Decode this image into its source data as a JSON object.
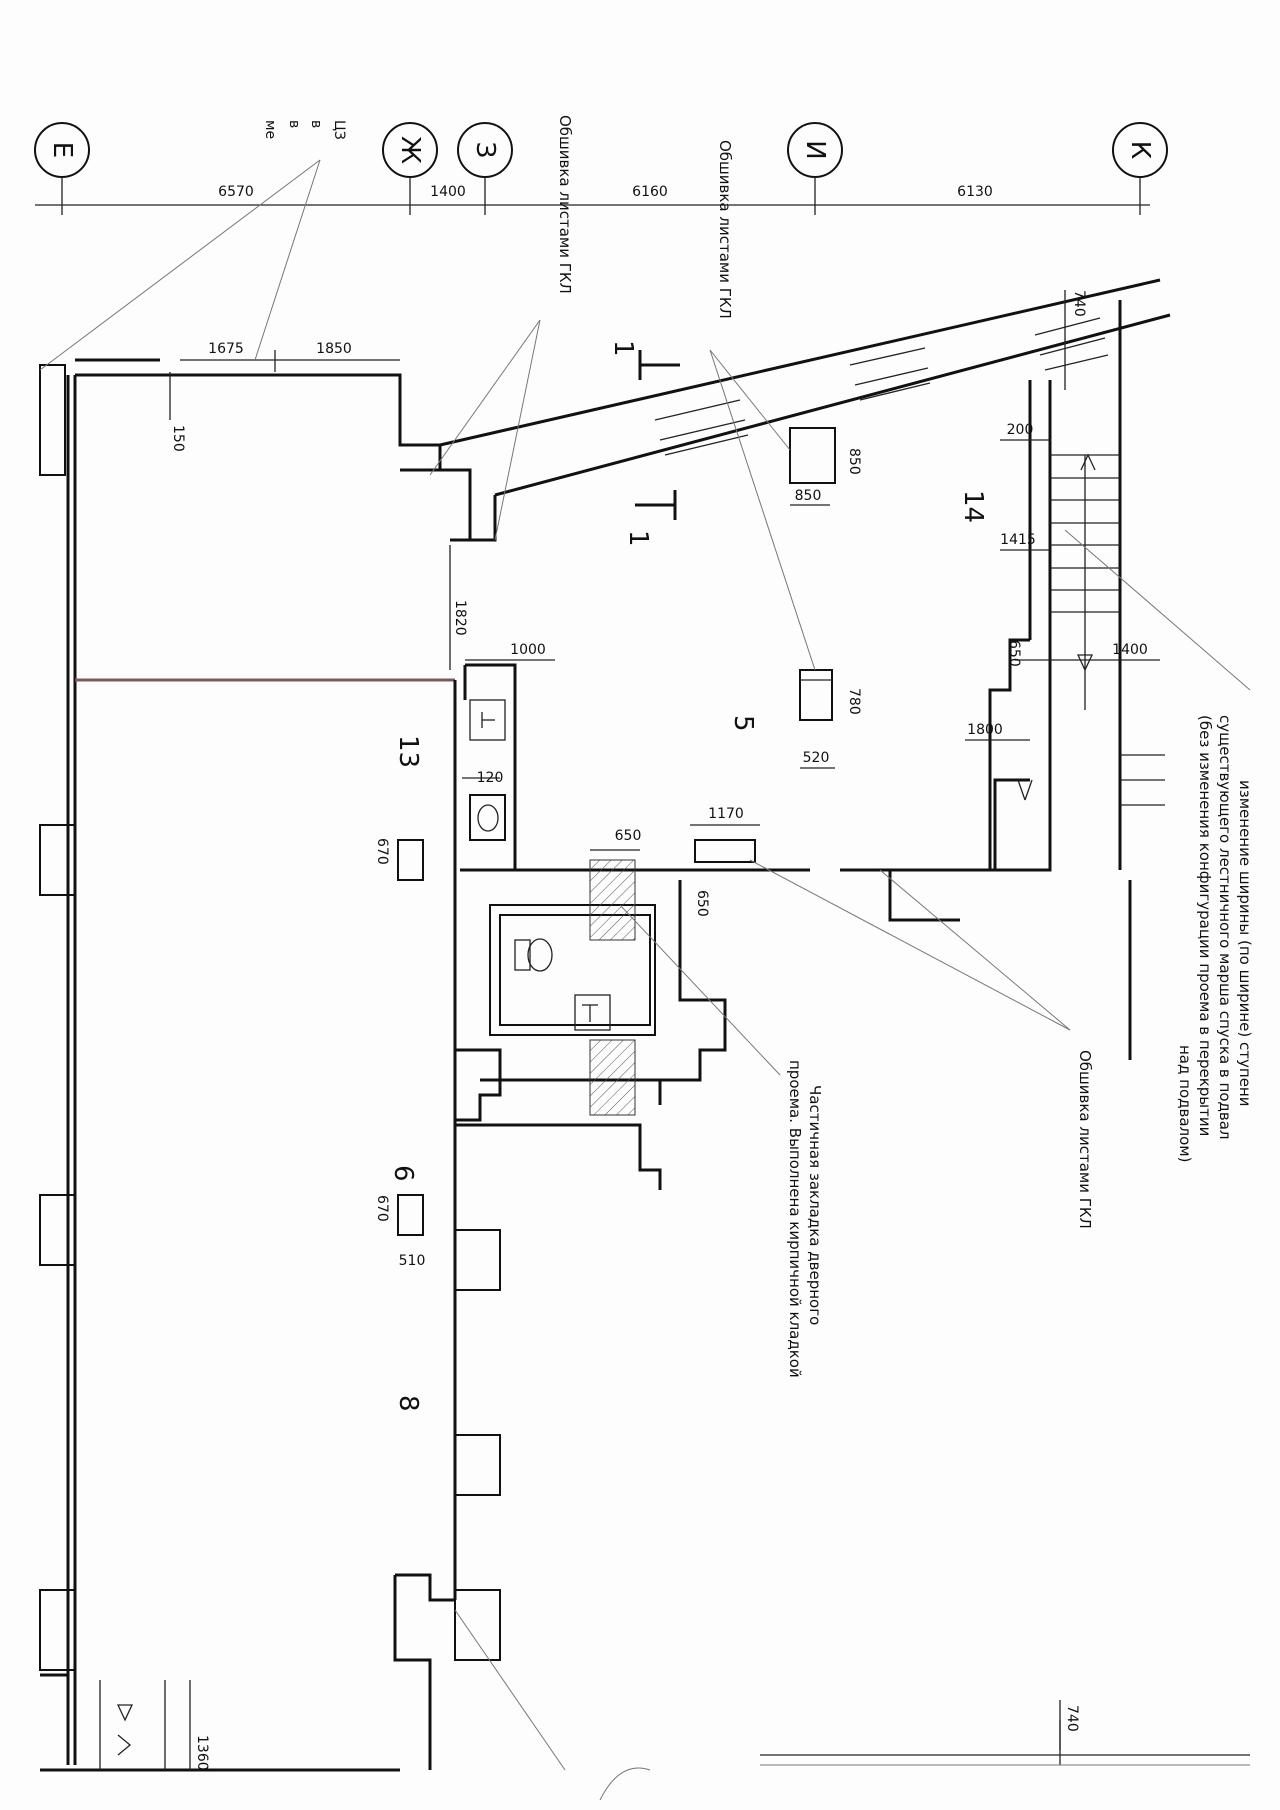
{
  "sheet": {
    "axes": [
      "Е",
      "Ж",
      "З",
      "И",
      "К"
    ],
    "axis_spacings": [
      "6570",
      "1400",
      "6160",
      "6130"
    ],
    "top_dims": [
      "1675",
      "1850"
    ],
    "dims": {
      "d740_top": "740",
      "d150": "150",
      "d1820": "1820",
      "d1000": "1000",
      "d200": "200",
      "d850_a": "850",
      "d850_b": "850",
      "d1415": "1415",
      "d650_stair": "650",
      "d1400": "1400",
      "d780": "780",
      "d520": "520",
      "d1800": "1800",
      "d120": "120",
      "d670_a": "670",
      "d650_wc": "650",
      "d1170": "1170",
      "d650_side": "650",
      "d670_b": "670",
      "d510": "510",
      "d1360": "1360",
      "d740_bot": "740"
    },
    "room_numbers": {
      "r13": "13",
      "r5": "5",
      "r14": "14",
      "r6": "6",
      "r8": "8"
    },
    "section_marks": [
      "1",
      "1"
    ],
    "partial_text": {
      "left_top": [
        "ЦЗ",
        "в",
        "в",
        "ме"
      ]
    },
    "notes": {
      "gkl_1": "Обшивка листами ГКЛ",
      "gkl_2": "Обшивка листами ГКЛ",
      "gkl_3": "Обшивка листами ГКЛ",
      "stair_note": [
        "изменение ширины (по ширине) ступени",
        "существующего лестничного марша спуска в подвал",
        "(без изменения конфигурации проема в перекрытии",
        "над подвалом)"
      ],
      "brick_note": [
        "Частичная закладка дверного",
        "проема. Выполнена кирпичной кладкой"
      ]
    }
  }
}
